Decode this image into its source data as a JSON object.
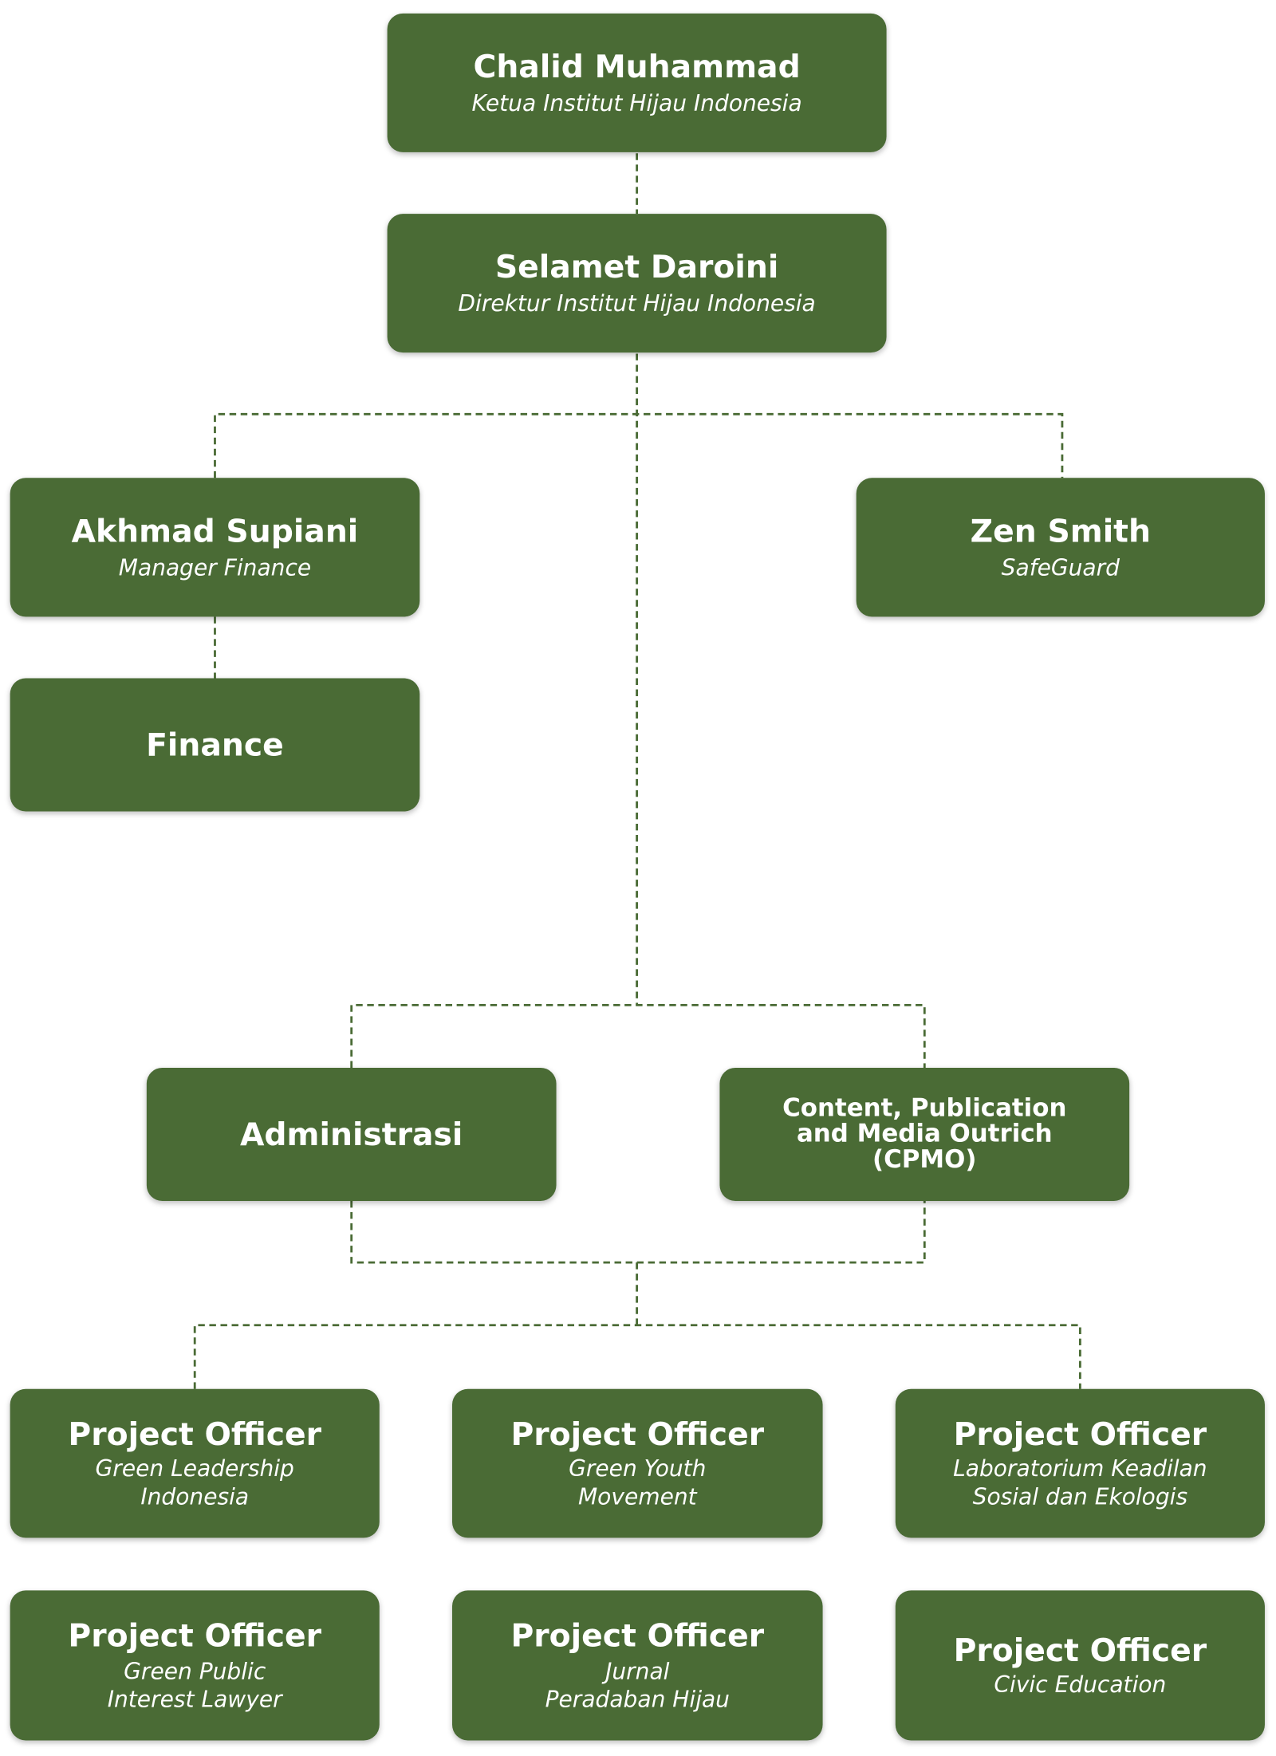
{
  "colors": {
    "box_fill": "#4a6b35",
    "text": "#ffffff",
    "connector": "#4a6b35",
    "background": "#ffffff"
  },
  "chalid": {
    "name": "Chalid Muhammad",
    "role": "Ketua Institut Hijau Indonesia"
  },
  "selamet": {
    "name": "Selamet Daroini",
    "role": "Direktur Institut Hijau Indonesia"
  },
  "akhmad": {
    "name": "Akhmad Supiani",
    "role": "Manager Finance"
  },
  "zen": {
    "name": "Zen Smith",
    "role": "SafeGuard"
  },
  "finance": {
    "name": "Finance"
  },
  "administrasi": {
    "name": "Administrasi"
  },
  "cpmo": {
    "lines": [
      "Content, Publication",
      "and Media Outrich",
      "(CPMO)"
    ]
  },
  "project_officers": [
    {
      "title": "Project Officer",
      "lines": [
        "Green Leadership",
        "Indonesia"
      ]
    },
    {
      "title": "Project Officer",
      "lines": [
        "Green Youth",
        "Movement"
      ]
    },
    {
      "title": "Project Officer",
      "lines": [
        "Laboratorium Keadilan",
        "Sosial dan Ekologis"
      ]
    },
    {
      "title": "Project Officer",
      "lines": [
        "Green Public",
        "Interest Lawyer"
      ]
    },
    {
      "title": "Project Officer",
      "lines": [
        "Jurnal",
        "Peradaban Hijau"
      ]
    },
    {
      "title": "Project Officer",
      "lines": [
        "Civic Education"
      ]
    }
  ]
}
